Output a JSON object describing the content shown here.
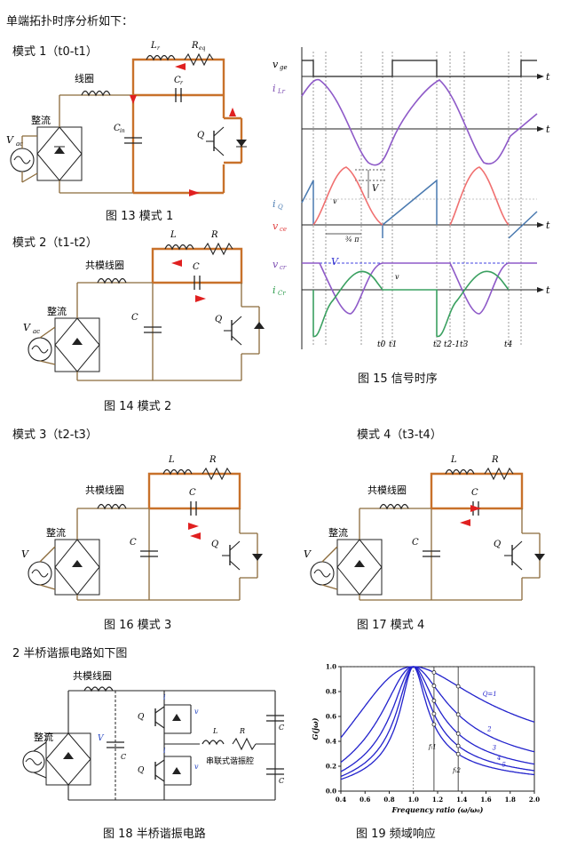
{
  "intro": "单端拓扑时序分析如下：",
  "mode1": "模式 1（t0-t1）",
  "mode2": "模式 2（t1-t2）",
  "mode3": "模式 3（t2-t3）",
  "mode4": "模式 4（t3-t4）",
  "cap13": "图 13 模式 1",
  "cap14": "图 14 模式 2",
  "cap15": "图 15 信号时序",
  "cap16": "图 16 模式 3",
  "cap17": "图 17 模式 4",
  "halfbridge": "2 半桥谐振电路如下图",
  "cap18": "图 18 半桥谐振电路",
  "cap19": "图 19 频域响应",
  "lbl": {
    "coil": "线圈",
    "cmcoil": "共模线圈",
    "rect": "整流",
    "vac": "V",
    "lr": "L",
    "req": "R",
    "cr": "C",
    "cin": "C",
    "q": "Q",
    "series": "串联式谐振腔"
  },
  "timing": {
    "vge": "v",
    "iLr": "i",
    "iQ": "i",
    "vce": "v",
    "vcr": "v",
    "iCr": "i",
    "t": "t",
    "va": "V",
    "vin": "V",
    "vcr_eq": "v",
    "third": "¾ π",
    "ticks": [
      "t0",
      "t1",
      "t2",
      "t2-1",
      "t3",
      "t4"
    ]
  },
  "chart_data": {
    "type": "line",
    "ylabel": "G(jω)",
    "xlabel": "Frequency ratio (ω/ω₀)",
    "xlim": [
      0.4,
      2.0
    ],
    "ylim": [
      0.0,
      1.0
    ],
    "xticks": [
      "0.4",
      "0.6",
      "0.8",
      "1.0",
      "1.2",
      "1.4",
      "1.6",
      "1.8",
      "2.0"
    ],
    "yticks": [
      "0.0",
      "0.2",
      "0.4",
      "0.6",
      "0.8",
      "1.0"
    ],
    "series": [
      {
        "name": "Q=1",
        "q": 1
      },
      {
        "name": "2",
        "q": 2
      },
      {
        "name": "3",
        "q": 3
      },
      {
        "name": "4",
        "q": 4
      },
      {
        "name": "5",
        "q": 5
      }
    ],
    "markers": [
      "fₗ1",
      "fₗ2"
    ],
    "marker_x": [
      1.17,
      1.37
    ]
  }
}
